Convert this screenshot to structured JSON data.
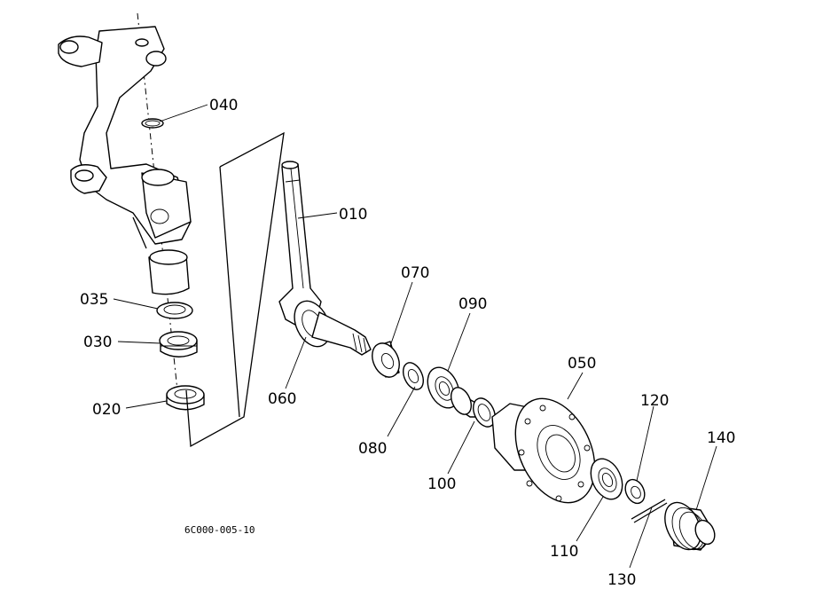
{
  "diagram": {
    "drawing_code": "6C000-005-10",
    "part_labels": {
      "p010": "010",
      "p020": "020",
      "p030": "030",
      "p035": "035",
      "p040": "040",
      "p050": "050",
      "p060": "060",
      "p070": "070",
      "p080": "080",
      "p090": "090",
      "p100": "100",
      "p110": "110",
      "p120": "120",
      "p130": "130",
      "p140": "140"
    }
  }
}
